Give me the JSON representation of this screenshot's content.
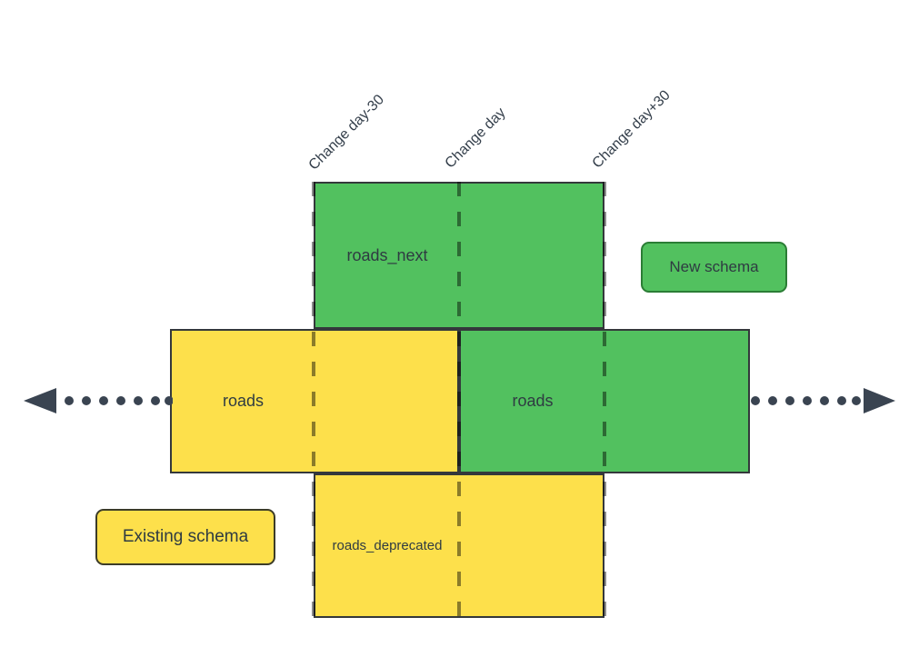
{
  "diagram": {
    "title": "schema-migration-timeline",
    "timeline_markers": [
      {
        "label": "Change day-30"
      },
      {
        "label": "Change day"
      },
      {
        "label": "Change day+30"
      }
    ],
    "tables": [
      {
        "label": "roads_next",
        "schema": "new",
        "period": "Change day-30 to Change day+30"
      },
      {
        "label": "roads",
        "schema": "existing",
        "period": "before Change day"
      },
      {
        "label": "roads",
        "schema": "new",
        "period": "after Change day"
      },
      {
        "label": "roads_deprecated",
        "schema": "existing",
        "period": "Change day-30 to Change day+30"
      }
    ],
    "legend": [
      {
        "label": "New schema",
        "color": "#52c15f"
      },
      {
        "label": "Existing schema",
        "color": "#fde04b"
      }
    ],
    "colors": {
      "new_schema_fill": "#52c15f",
      "existing_schema_fill": "#fde04b",
      "box_border": "#34383b",
      "dashed_line": "rgba(0,0,0,0.45)",
      "timeline_arrow": "#3a4451",
      "text": "#2f3b42"
    }
  }
}
